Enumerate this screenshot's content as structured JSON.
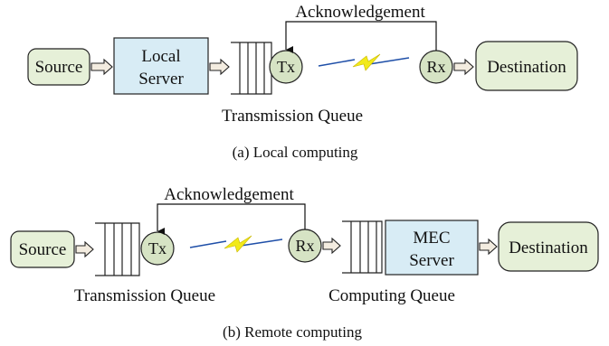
{
  "colors": {
    "source_fill": "#e6f0d8",
    "server_fill": "#d8ecf5",
    "circle_fill": "#d6e3c4",
    "arrow_fill": "#f3ece0",
    "lightning": "#f2ea1a",
    "wave": "#1f4fa8"
  },
  "diagram_a": {
    "acknowledgement": "Acknowledgement",
    "source": "Source",
    "server_line1": "Local",
    "server_line2": "Server",
    "tx": "Tx",
    "rx": "Rx",
    "destination": "Destination",
    "queue_label": "Transmission Queue",
    "caption": "(a)  Local computing"
  },
  "diagram_b": {
    "acknowledgement": "Acknowledgement",
    "source": "Source",
    "tx": "Tx",
    "rx": "Rx",
    "server_line1": "MEC",
    "server_line2": "Server",
    "destination": "Destination",
    "tx_queue_label": "Transmission Queue",
    "comp_queue_label": "Computing Queue",
    "caption": "(b)  Remote computing"
  }
}
